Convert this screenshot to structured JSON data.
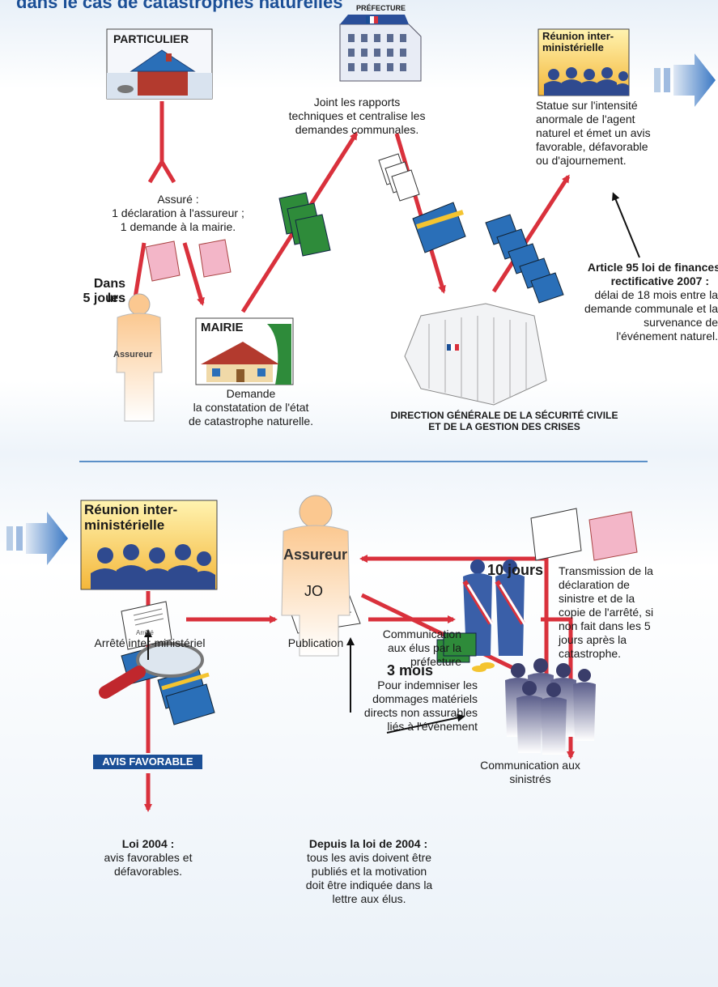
{
  "page_title": "dans le cas de catastrophes naturelles",
  "particulier": {
    "label": "PARTICULIER"
  },
  "prefecture": {
    "label": "PRÉFECTURE",
    "text": "Joint les rapports techniques et centralise les demandes communales."
  },
  "reunion_top": {
    "label": "Réunion inter-ministérielle",
    "text": "Statue sur l'intensité anormale de l'agent naturel et émet un avis favorable, défavorable ou d'ajournement."
  },
  "assure": {
    "line1": "Assuré :",
    "line2": "1 déclaration à l'assureur ;",
    "line3": "1 demande à la mairie."
  },
  "delay_5": {
    "line1": "Dans les",
    "line2": "5 jours"
  },
  "assureur_small": {
    "label": "Assureur"
  },
  "mairie": {
    "label": "MAIRIE",
    "line1": "Demande",
    "line2": "la constatation de l'état",
    "line3": "de catastrophe naturelle."
  },
  "article": {
    "title1": "Article 95 loi de finances",
    "title2": "rectificative 2007 :",
    "text": "délai de 18 mois entre la demande communale et la survenance de l'événement naturel."
  },
  "dgscgc": {
    "line1": "DIRECTION GÉNÉRALE DE LA SÉCURITÉ CIVILE",
    "line2": "ET DE LA GESTION DES CRISES"
  },
  "reunion_bottom": {
    "label": "Réunion inter-ministérielle"
  },
  "assureur_big": {
    "label": "Assureur"
  },
  "delay_10": {
    "label": "10 jours"
  },
  "transmission": {
    "text": "Transmission de la déclaration de sinistre et de la copie de l'arrêté, si non fait dans les 5 jours après la catastrophe."
  },
  "delay_3m": {
    "label": "3 mois",
    "text": "Pour indemniser les dommages matériels directs non assurables liés à l'événement"
  },
  "avis": {
    "label": "AVIS FAVORABLE"
  },
  "sinistres": {
    "text": "Communication aux sinistrés"
  },
  "arrete": {
    "doc_label": "Arrêté",
    "text": "Arrêté inter-ministériel"
  },
  "publication": {
    "doc_label": "JO",
    "text": "Publication"
  },
  "elus": {
    "text": "Communication aux élus par la préfecture"
  },
  "loi2004": {
    "title": "Loi 2004 :",
    "text": "avis favorables et défavorables."
  },
  "depuis2004": {
    "title": "Depuis la loi de 2004 :",
    "text": "tous les avis doivent être publiés et la motivation doit être indiquée dans la lettre aux élus."
  },
  "colors": {
    "arrow": "#d9313c",
    "title": "#1b4f96",
    "box_yellow": "#f9c94a",
    "crowd": "#2f4a8f",
    "folder": "#2a6fb8",
    "note_green": "#2e8b3a",
    "note_pink": "#e89ab0"
  }
}
